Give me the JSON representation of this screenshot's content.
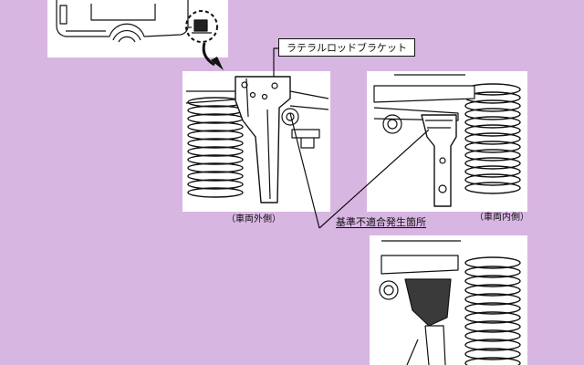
{
  "labels": {
    "part_name": "ラテラルロッドブラケット",
    "outer_side": "（車両外側）",
    "inner_side": "（車両内側）",
    "nonconformity_location": "基準不適合発生箇所"
  }
}
